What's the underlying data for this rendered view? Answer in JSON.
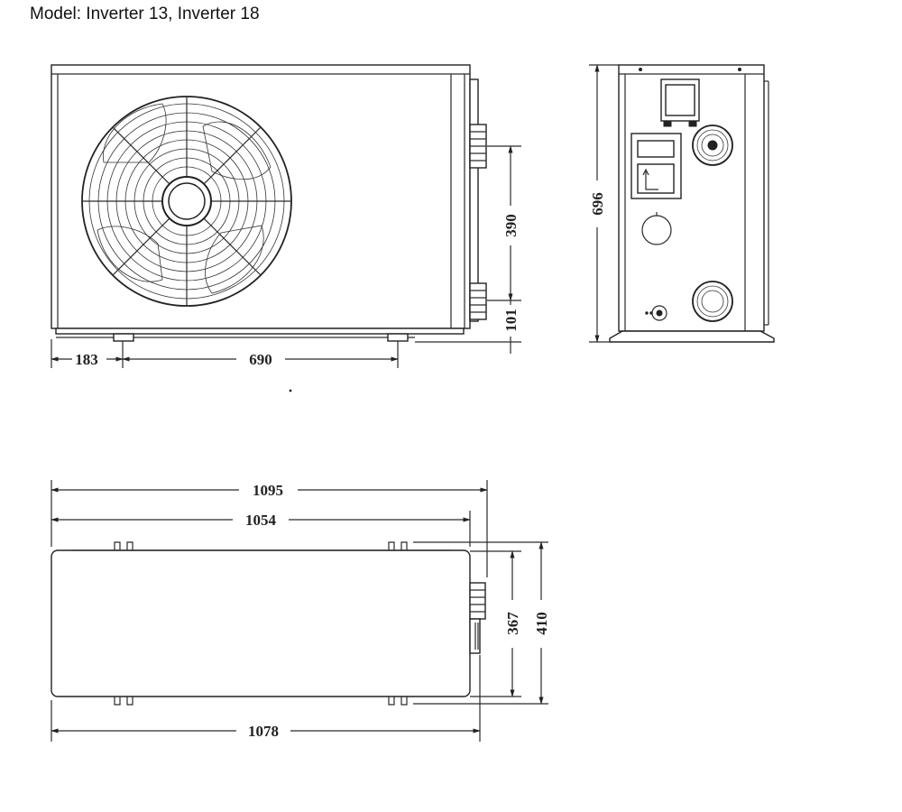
{
  "title": "Model: Inverter 13, Inverter 18",
  "front_view": {
    "dim_left_offset": "183",
    "dim_feet_span": "690",
    "dim_pipe_spacing": "390",
    "dim_pipe_height": "101"
  },
  "side_view": {
    "dim_height": "696"
  },
  "top_view": {
    "dim_total_length": "1095",
    "dim_body_length": "1054",
    "dim_base_length": "1078",
    "dim_body_depth": "367",
    "dim_total_depth": "410"
  }
}
